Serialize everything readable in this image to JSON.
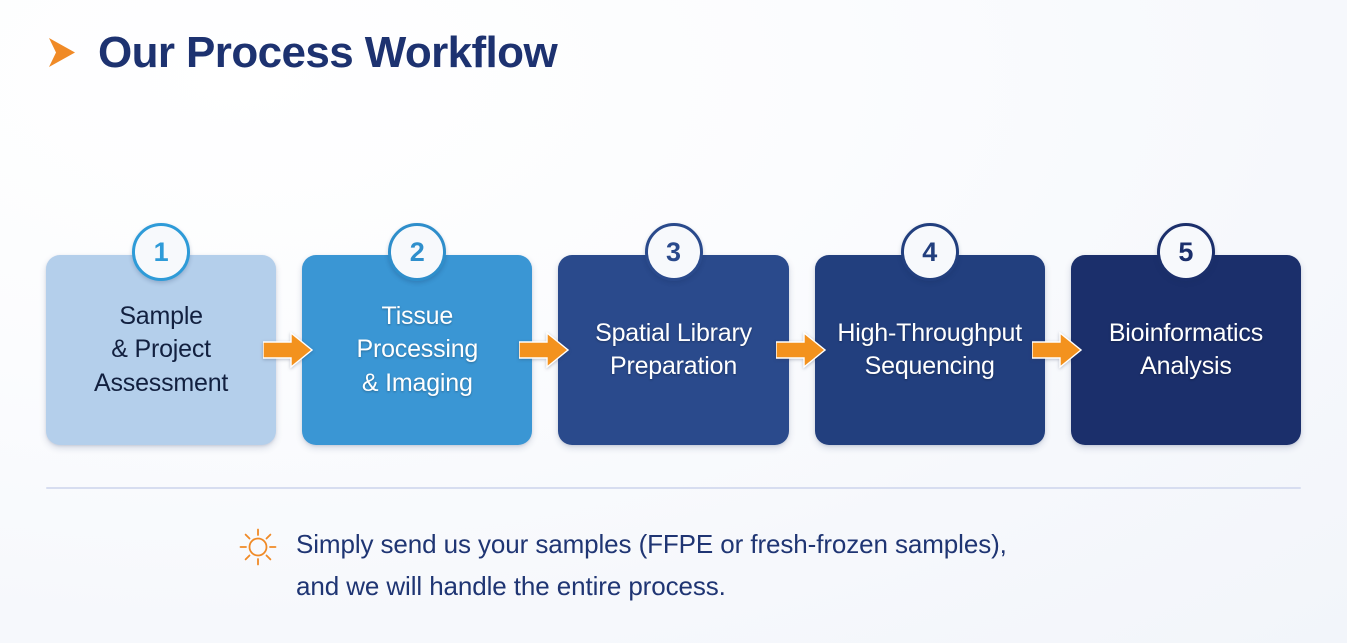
{
  "header": {
    "title": "Our Process Workflow",
    "bullet_icon": "chevron-right-icon",
    "bullet_color": "#f08a26",
    "title_color": "#1d3270"
  },
  "colors": {
    "background": "#f7f9fc",
    "accent_orange": "#f3921e",
    "navy": "#1d3270",
    "divider": "#d7ddf0"
  },
  "workflow": {
    "connector_icon": "arrow-right-icon",
    "steps": [
      {
        "number": "1",
        "label": "Sample\n& Project\nAssessment",
        "card_color": "#b4cfeb",
        "badge_ring_color": "#2e9bd8",
        "badge_text_color": "#2e9bd8",
        "text_style": "dark-on-light"
      },
      {
        "number": "2",
        "label": "Tissue\nProcessing\n& Imaging",
        "card_color": "#3a96d4",
        "badge_ring_color": "#2e8ecb",
        "badge_text_color": "#2f8fcc",
        "text_style": "light-on-dark"
      },
      {
        "number": "3",
        "label": "Spatial Library\nPreparation",
        "card_color": "#2a4a8c",
        "badge_ring_color": "#2a4a8c",
        "badge_text_color": "#2a4a8c",
        "text_style": "light-on-dark"
      },
      {
        "number": "4",
        "label": "High-Throughput\nSequencing",
        "card_color": "#223f7e",
        "badge_ring_color": "#223f7e",
        "badge_text_color": "#223f7e",
        "text_style": "light-on-dark"
      },
      {
        "number": "5",
        "label": "Bioinformatics\nAnalysis",
        "card_color": "#1b2f6b",
        "badge_ring_color": "#1b2f6b",
        "badge_text_color": "#1b2f6b",
        "text_style": "light-on-dark"
      }
    ]
  },
  "note": {
    "icon": "sun-icon",
    "icon_color": "#f08a26",
    "text": "Simply send us your samples (FFPE or fresh-frozen samples),\nand we will handle the entire process."
  }
}
